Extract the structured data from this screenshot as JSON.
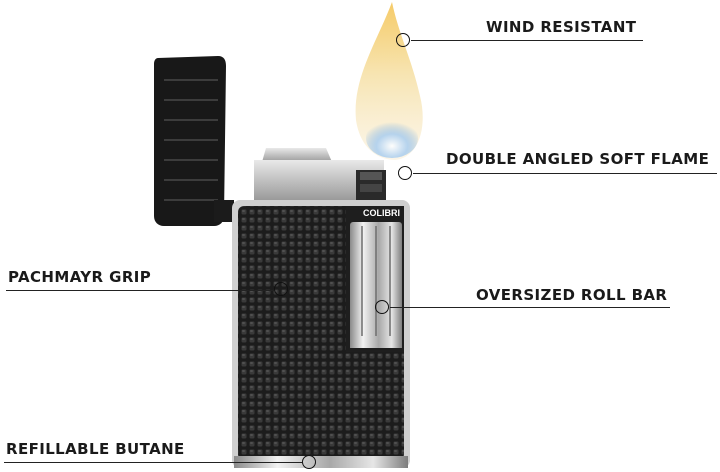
{
  "callouts": [
    {
      "id": "wind",
      "label": "WIND RESISTANT"
    },
    {
      "id": "flame",
      "label": "DOUBLE ANGLED SOFT FLAME"
    },
    {
      "id": "grip",
      "label": "PACHMAYR GRIP"
    },
    {
      "id": "rollbar",
      "label": "OVERSIZED ROLL BAR"
    },
    {
      "id": "butane",
      "label": "REFILLABLE BUTANE"
    }
  ],
  "brand": "COLIBRI",
  "colors": {
    "body": "#1b1b1b",
    "chrome": "#c9c9c9",
    "flame_outer": "#f5d27a",
    "flame_inner": "#9ec4ea",
    "text": "#1a1a1a"
  }
}
